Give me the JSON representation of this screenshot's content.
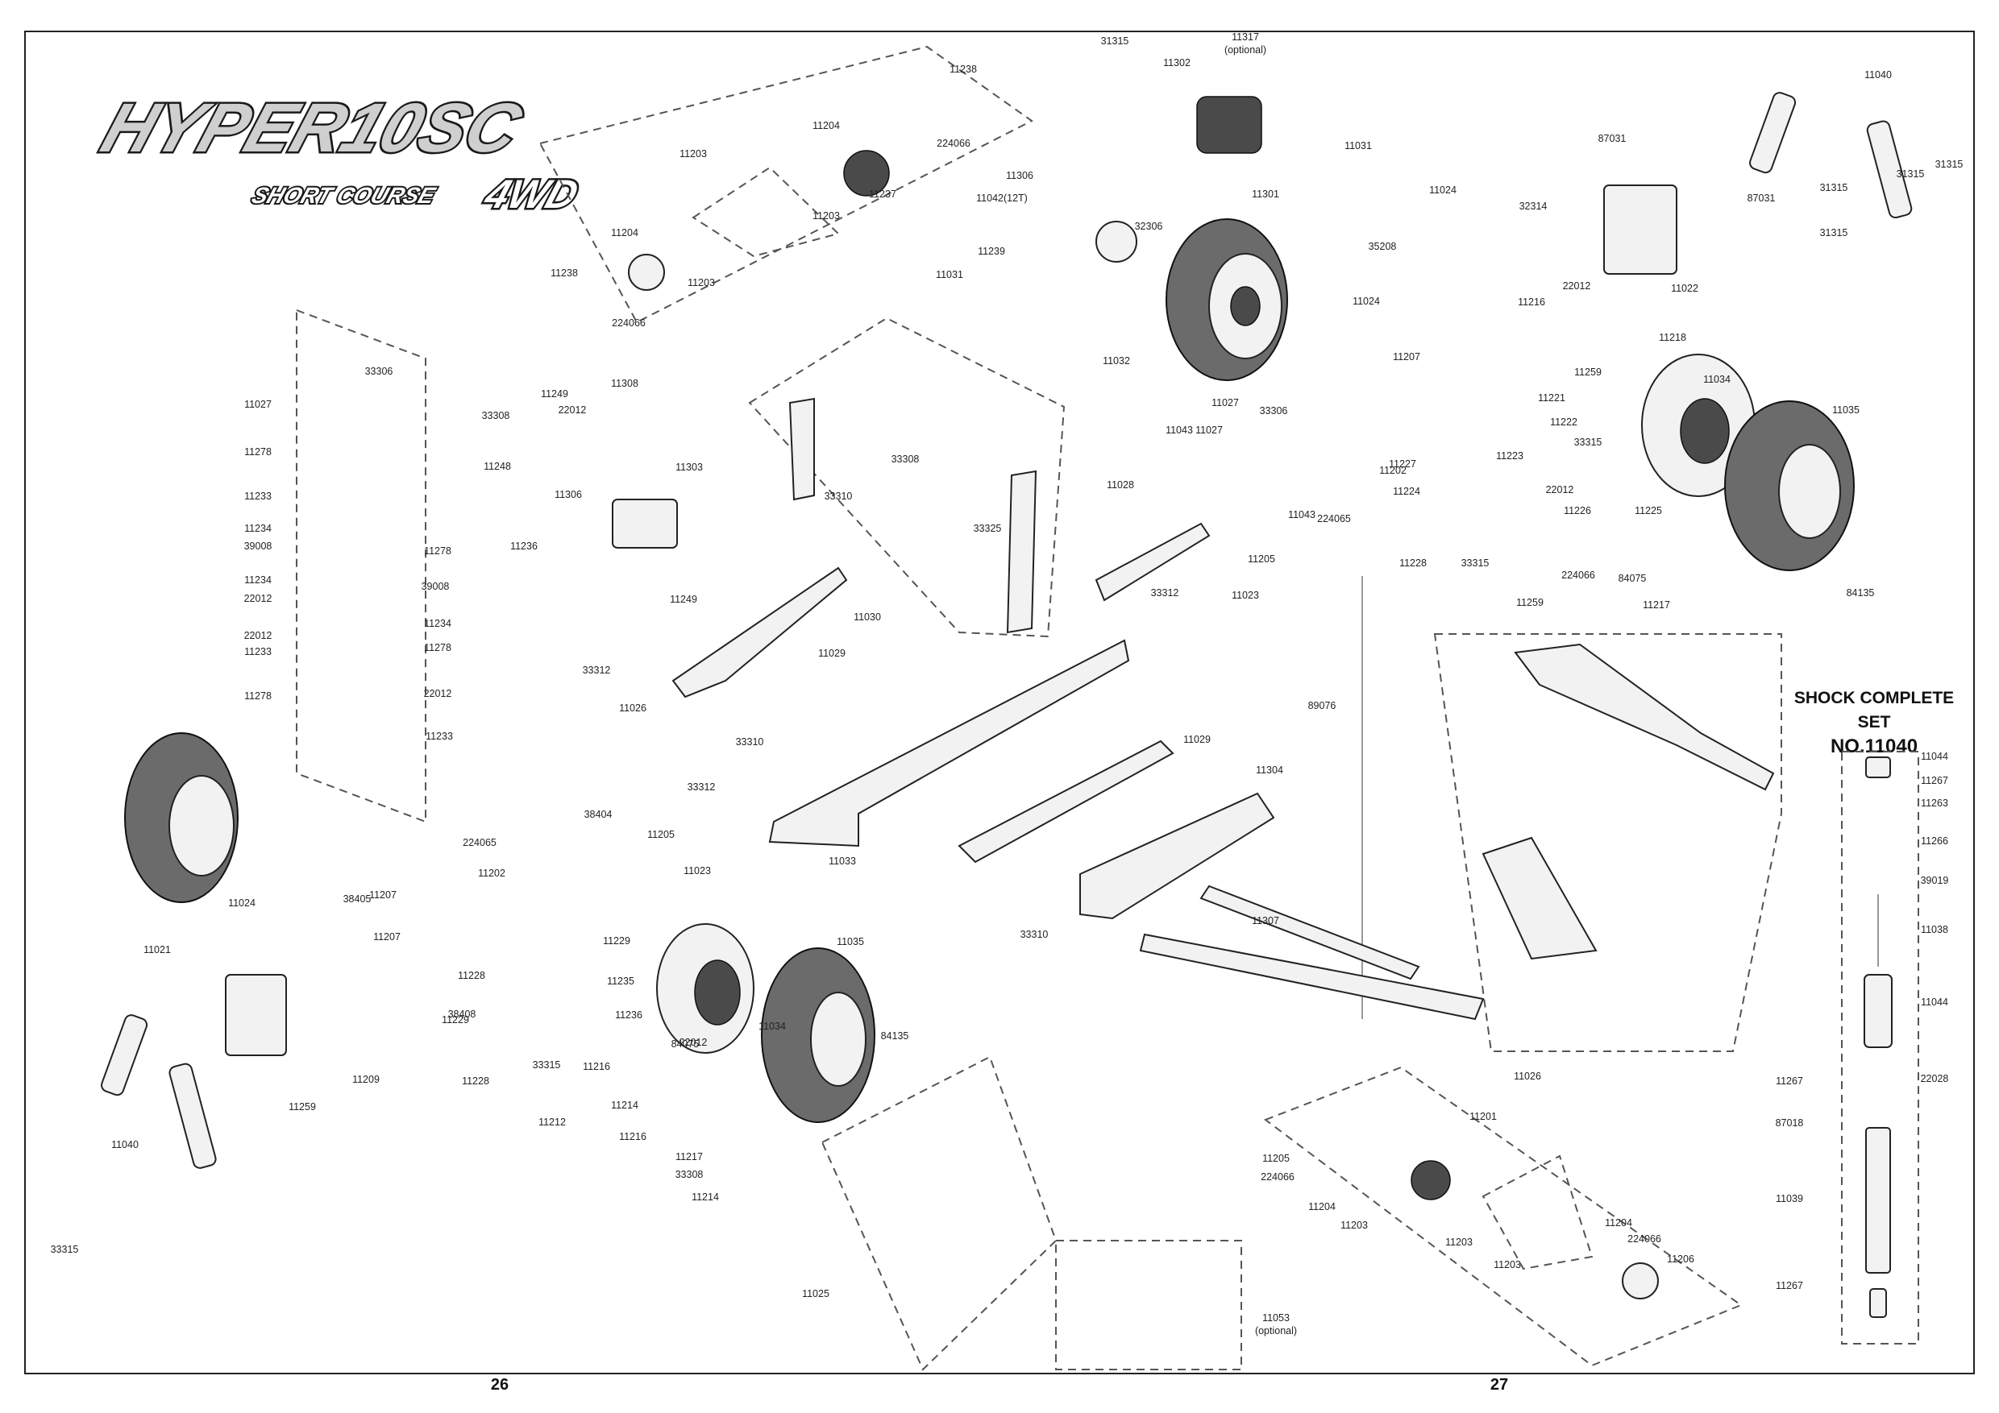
{
  "logo": {
    "brand": "HYPER10SC",
    "line": "SHORT COURSE",
    "drive": "4WD"
  },
  "shock_set": {
    "title": "SHOCK COMPLETE SET",
    "number": "NO.11040"
  },
  "pages": {
    "left": "26",
    "right": "27"
  },
  "part_labels": [
    "31315",
    "11317",
    "(optional)",
    "11302",
    "11238",
    "11204",
    "224066",
    "11203",
    "11237",
    "11203",
    "11204",
    "11203",
    "11238",
    "224066",
    "11306",
    "11042(12T)",
    "11239",
    "32306",
    "11301",
    "11031",
    "11031",
    "11032",
    "11024",
    "35208",
    "11024",
    "32314",
    "11216",
    "22012",
    "11022",
    "87031",
    "31315",
    "31315",
    "87031",
    "31315",
    "11040",
    "31315",
    "33306",
    "11027",
    "11278",
    "11233",
    "11234",
    "39008",
    "11234",
    "22012",
    "22012",
    "11233",
    "11278",
    "11278",
    "39008",
    "11234",
    "11278",
    "22012",
    "11233",
    "33308",
    "11249",
    "22012",
    "11308",
    "11248",
    "11236",
    "11306",
    "11303",
    "11249",
    "33308",
    "33310",
    "33325",
    "11030",
    "11029",
    "33310",
    "11218",
    "11259",
    "11221",
    "11207",
    "11027",
    "33306",
    "11043",
    "11027",
    "11202",
    "11222",
    "11223",
    "33315",
    "22012",
    "11034",
    "11035",
    "11028",
    "11205",
    "33312",
    "11023",
    "11043",
    "224065",
    "11227",
    "11224",
    "11226",
    "11225",
    "11228",
    "33315",
    "224066",
    "84075",
    "11217",
    "11259",
    "84135",
    "89076",
    "11304",
    "11029",
    "11307",
    "33310",
    "11026",
    "33312",
    "11026",
    "11033",
    "33312",
    "11205",
    "11023",
    "38404",
    "224065",
    "11202",
    "11207",
    "38405",
    "11207",
    "11024",
    "11021",
    "11229",
    "11229",
    "11228",
    "38408",
    "33315",
    "11235",
    "11236",
    "22012",
    "11216",
    "11228",
    "11212",
    "11259",
    "11209",
    "11040",
    "33315",
    "11034",
    "11035",
    "84135",
    "84075",
    "11214",
    "11216",
    "11217",
    "33308",
    "11214",
    "11025",
    "11053",
    "(optional)",
    "11201",
    "11205",
    "224066",
    "11204",
    "11203",
    "11203",
    "11204",
    "224066",
    "11206",
    "11203",
    "11044",
    "11267",
    "11263",
    "11266",
    "39019",
    "11038",
    "11044",
    "11267",
    "22028",
    "87018",
    "11039",
    "11267"
  ]
}
